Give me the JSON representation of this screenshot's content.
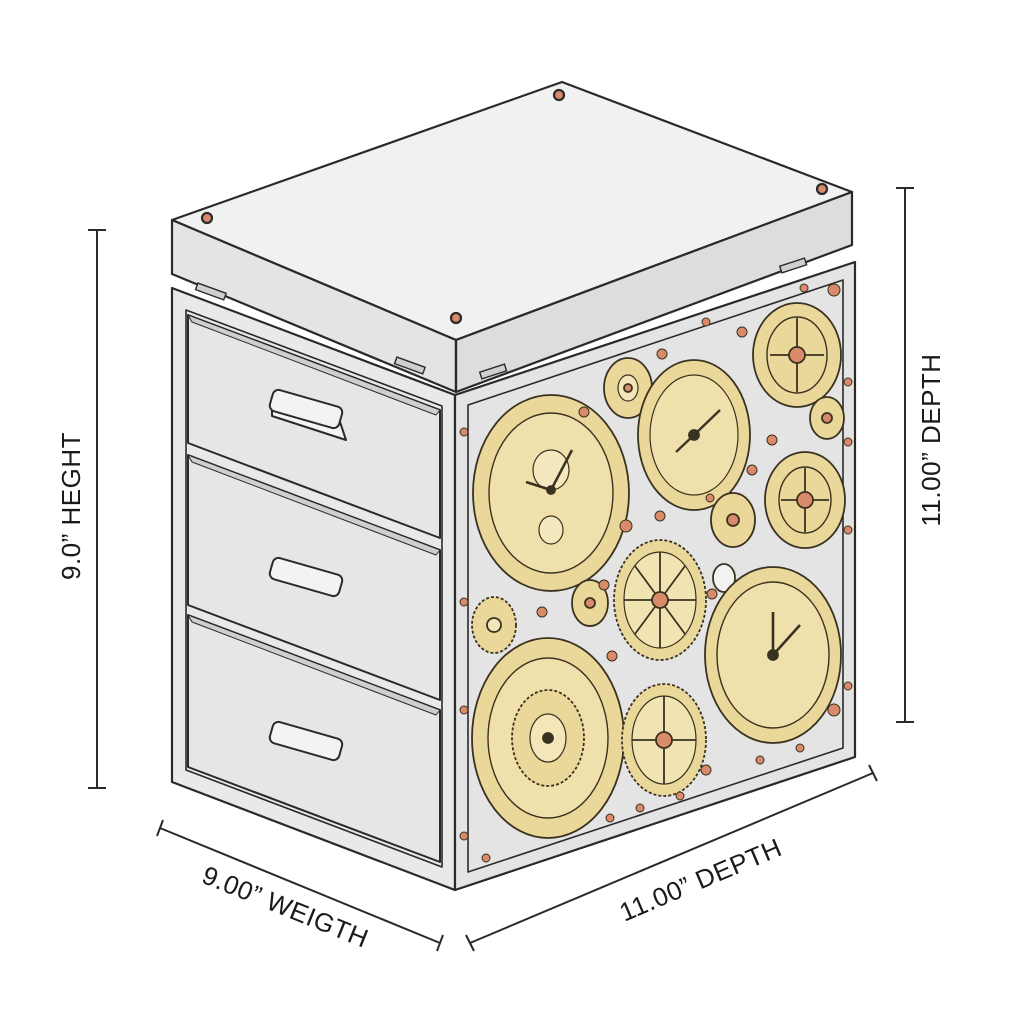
{
  "labels": {
    "height": "9.0” HEGHT",
    "right_depth": "11.00” DEPTH",
    "width": "9.00” WEIGTH",
    "bottom_depth": "11.00” DEPTH"
  },
  "colors": {
    "outline": "#2a2a2a",
    "body": "#ebebeb",
    "lid_top": "#f0f0f0",
    "drawer": "#e6e6e6",
    "brass": "#ead79a",
    "brass_dark": "#b89a4c",
    "copper": "#d98a6a"
  },
  "icons": [
    "knob-icon",
    "gear-icon",
    "clock-dial-icon",
    "rivet-icon"
  ]
}
